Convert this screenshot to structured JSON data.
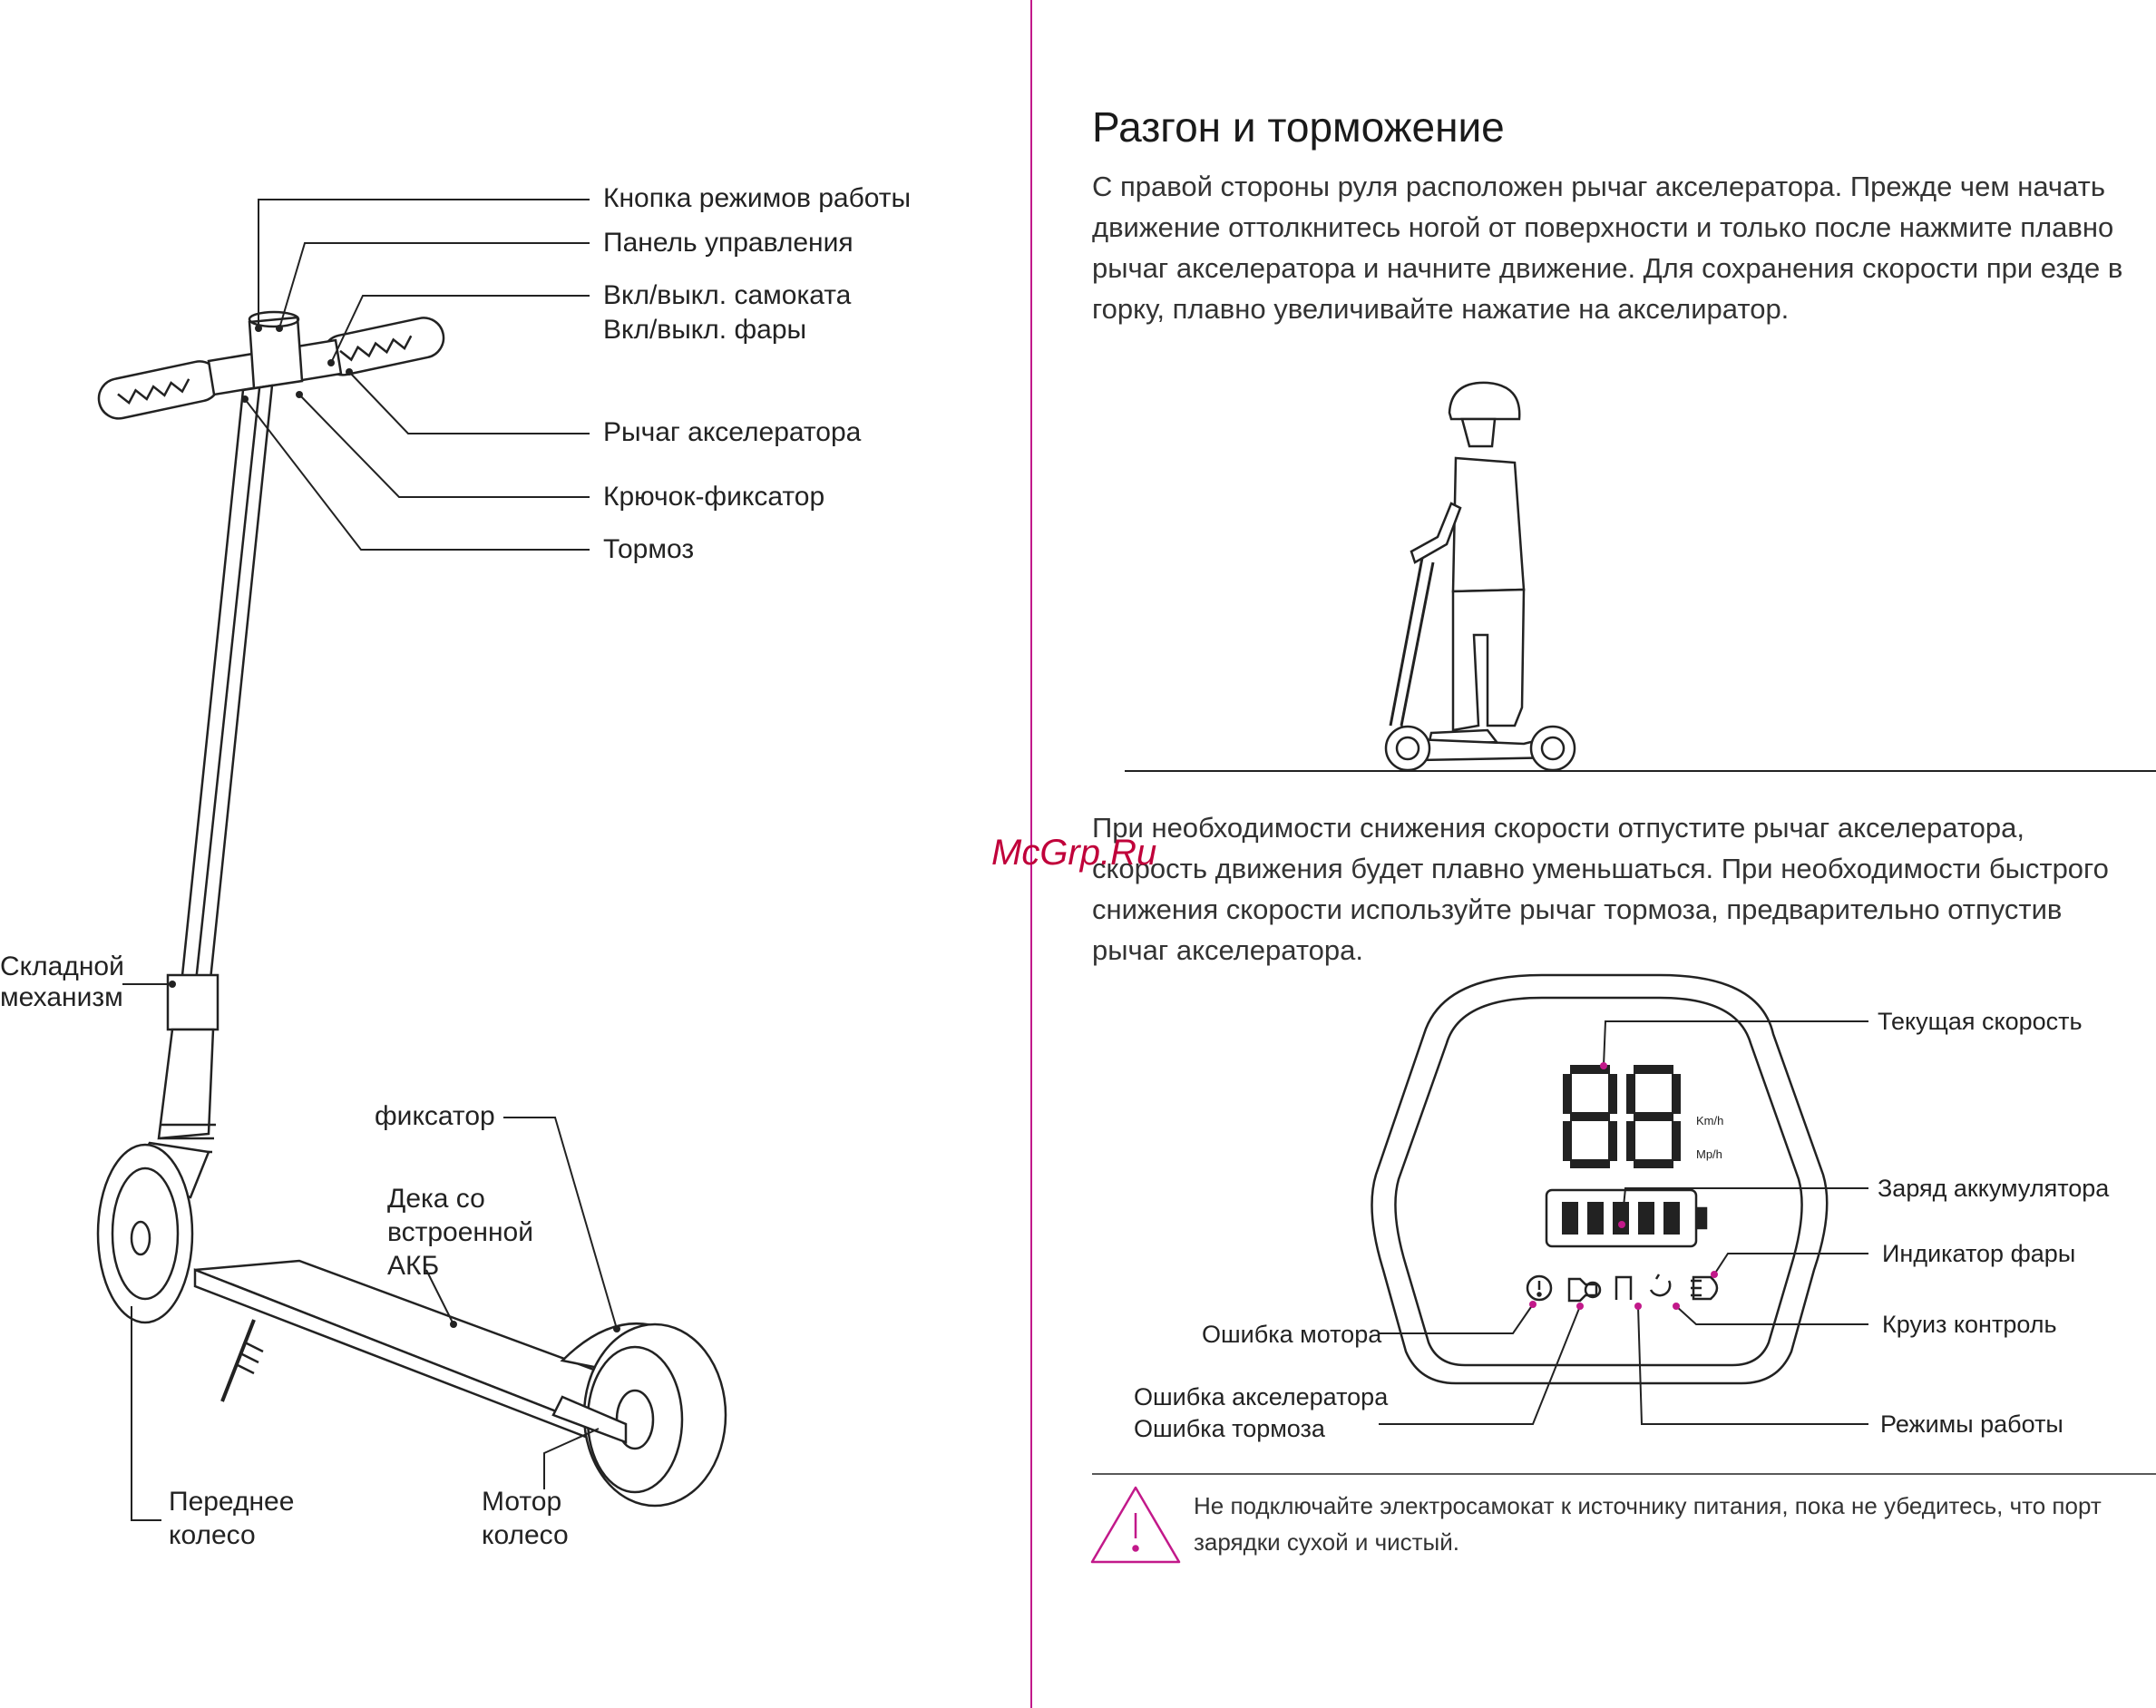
{
  "colors": {
    "accent": "#c2198a",
    "watermark": "#c0003a",
    "line": "#222222"
  },
  "left": {
    "labels": {
      "mode_button": "Кнопка режимов работы",
      "control_panel": "Панель управления",
      "power_onoff": "Вкл/выкл. самоката",
      "light_onoff": "Вкл/выкл. фары",
      "throttle": "Рычаг акселератора",
      "latch_hook": "Крючок-фиксатор",
      "brake": "Тормоз",
      "folding_1": "Складной",
      "folding_2": "механизм",
      "lock": "фиксатор",
      "deck_1": "Дека со",
      "deck_2": "встроенной",
      "deck_3": "АКБ",
      "front_1": "Переднее",
      "front_2": "колесо",
      "motor_1": "Мотор",
      "motor_2": "колесо"
    }
  },
  "right": {
    "title": "Разгон и торможение",
    "para1": "С правой стороны руля расположен рычаг акселератора. Прежде чем начать движение оттолкнитесь ногой от поверхности и только после нажмите плавно рычаг акселератора и начните движение. Для сохранения скорости при езде в горку, плавно увеличивайте нажатие на акселиратор.",
    "para2": "При необходимости снижения скорости отпустите рычаг акселератора, скорость движения будет плавно уменьшаться. При необходимости быстрого снижения скорости используйте рычаг тормоза, предварительно отпустив рычаг акселератора.",
    "display": {
      "digits": "88",
      "unit_kmh": "Km/h",
      "unit_mph": "Mp/h",
      "labels": {
        "current_speed": "Текущая скорость",
        "battery": "Заряд аккумулятора",
        "headlight": "Индикатор фары",
        "cruise": "Круиз контроль",
        "modes": "Режимы работы",
        "motor_error": "Ошибка мотора",
        "throttle_error": "Ошибка акселератора",
        "brake_error": "Ошибка тормоза"
      }
    },
    "warning": "Не подключайте электросамокат к источнику питания, пока не убедитесь, что порт зарядки сухой и чистый."
  },
  "watermark": "McGrp.Ru"
}
